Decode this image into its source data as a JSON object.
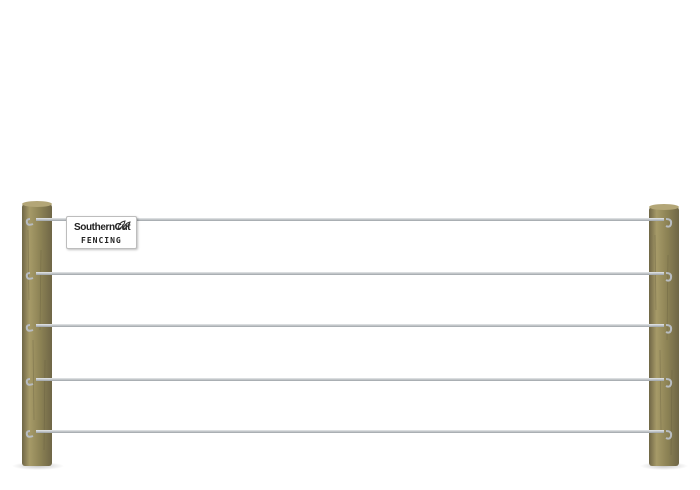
{
  "sign": {
    "brand_line1": "SouthernCut",
    "brand_line2": "FENCING",
    "icon": "leaf-icon"
  },
  "fence": {
    "wire_count": 5,
    "post_count": 2
  },
  "colors": {
    "background": "#ffffff",
    "post_light": "#a69a68",
    "post_dark": "#6f6646",
    "wire": "#c9ccd0"
  }
}
